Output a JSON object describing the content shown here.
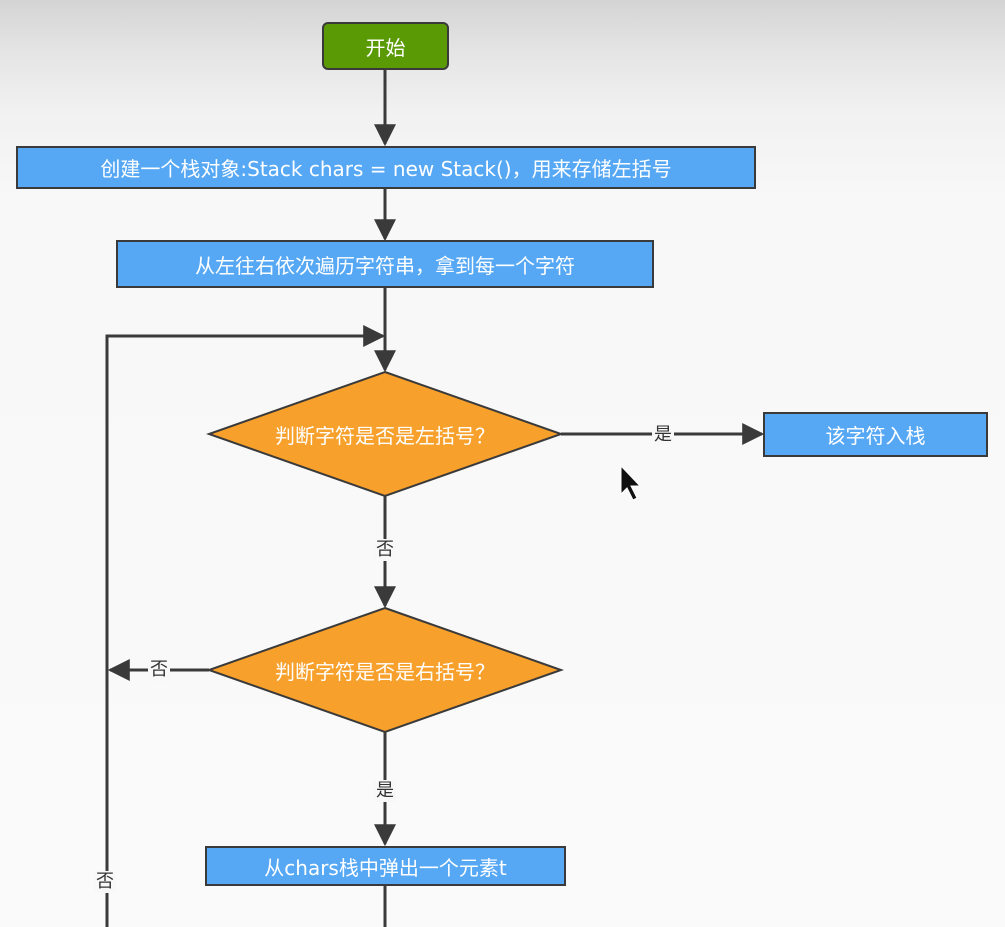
{
  "nodes": {
    "start": "开始",
    "create_stack": "创建一个栈对象:Stack chars = new Stack()，用来存储左括号",
    "traverse": "从左往右依次遍历字符串，拿到每一个字符",
    "is_left_bracket": "判断字符是否是左括号？",
    "push": "该字符入栈",
    "is_right_bracket": "判断字符是否是右括号？",
    "pop": "从chars栈中弹出一个元素t"
  },
  "edge_labels": {
    "left_yes": "是",
    "left_no": "否",
    "right_no": "否",
    "right_yes": "是",
    "loop_no": "否"
  },
  "colors": {
    "process": "#56a8f5",
    "decision": "#f7a02b",
    "start": "#5a9a05",
    "line": "#3a3a3a"
  }
}
